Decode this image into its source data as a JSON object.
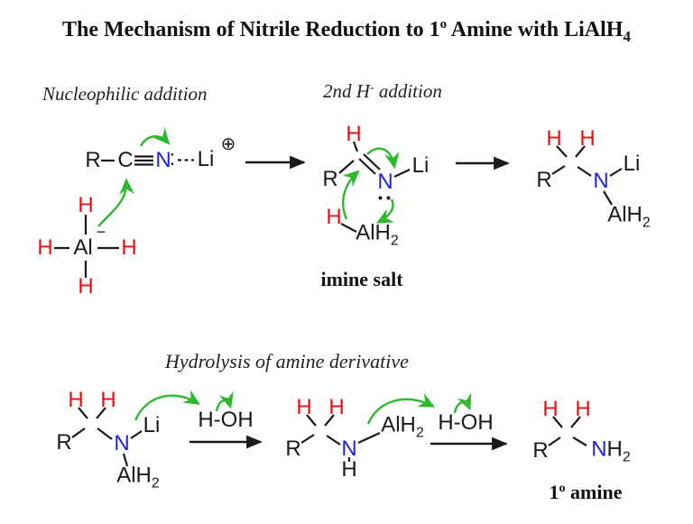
{
  "title": {
    "text_main": "The Mechanism of Nitrile Reduction to 1",
    "degree_sup": "o",
    "text_rest": " Amine with LiAlH",
    "formula_sub": "4"
  },
  "section_labels": {
    "nucleophilic_addition": "Nucleophilic addition",
    "second_hydride_pre": "2nd H",
    "second_hydride_sup": "-",
    "second_hydride_post": " addition",
    "hydrolysis": "Hydrolysis of amine derivative"
  },
  "captions": {
    "imine_salt": "imine salt",
    "primary_amine_pre": "1",
    "primary_amine_sup": "o",
    "primary_amine_post": " amine"
  },
  "colors": {
    "bond_black": "#1a1a1a",
    "hydrogen_red": "#e81111",
    "nitrogen_blue": "#2222dd",
    "arrow_green": "#2db92d"
  },
  "structures": {
    "nitrile_li": {
      "R": "R",
      "C": "C",
      "N": "N",
      "lone_pair": ":",
      "Li": "Li",
      "plus_charge": "⊕"
    },
    "alh4": {
      "H_top": "H",
      "H_left": "H",
      "Al": "Al",
      "minus_charge": "−",
      "H_right": "H",
      "H_bottom": "H"
    },
    "imine_salt": {
      "H_top": "H",
      "R": "R",
      "N": "N",
      "Li": "Li",
      "H_hydride": "H",
      "AlH": "AlH",
      "sub2": "2"
    },
    "lithium_amide_right": {
      "H1": "H",
      "H2": "H",
      "R": "R",
      "N": "N",
      "Li": "Li",
      "AlH": "AlH",
      "sub2": "2"
    },
    "lithium_amide_left": {
      "H1": "H",
      "H2": "H",
      "R": "R",
      "N": "N",
      "Li": "Li",
      "AlH": "AlH",
      "sub2": "2",
      "water": "H-OH"
    },
    "amine_alane": {
      "H1": "H",
      "H2": "H",
      "R": "R",
      "N": "N",
      "NH": "H",
      "AlH": "AlH",
      "sub2": "2",
      "water": "H-OH"
    },
    "primary_amine": {
      "H1": "H",
      "H2": "H",
      "R": "R",
      "N": "N",
      "H_group": "H",
      "sub2": "2"
    }
  }
}
